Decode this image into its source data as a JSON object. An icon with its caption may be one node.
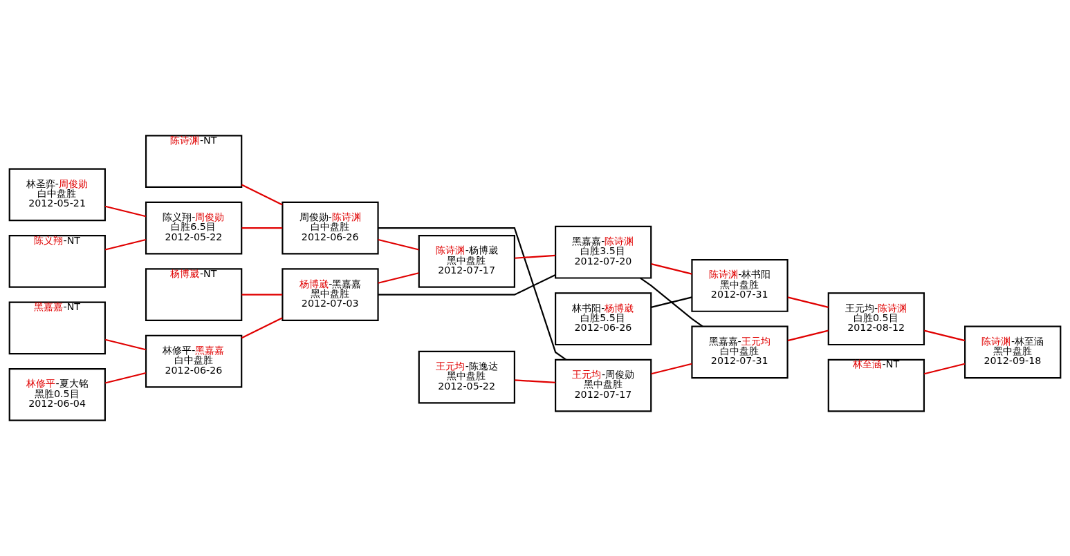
{
  "diagram": {
    "nodes": [
      {
        "text": [
          "林圣弈-周俊勋",
          "白中盘胜",
          "2012-05-21"
        ]
      },
      {
        "text": [
          "陈义翔-NT"
        ]
      },
      {
        "text": [
          "黑嘉嘉-NT"
        ]
      },
      {
        "text": [
          "林修平-夏大铭",
          "黑胜0.5目",
          "2012-06-04"
        ]
      },
      {
        "text": [
          "陈诗渊-NT"
        ]
      },
      {
        "text": [
          "陈义翔-周俊勋",
          "白胜6.5目",
          "2012-05-22"
        ]
      },
      {
        "text": [
          "杨博崴-NT"
        ]
      },
      {
        "text": [
          "林修平-黑嘉嘉",
          "白中盘胜",
          "2012-06-26"
        ]
      },
      {
        "text": [
          "周俊勋-陈诗渊",
          "白中盘胜",
          "2012-06-26"
        ]
      },
      {
        "text": [
          "杨博崴-黑嘉嘉",
          "黑中盘胜",
          "2012-07-03"
        ]
      },
      {
        "text": [
          "陈诗渊-杨博崴",
          "黑中盘胜",
          "2012-07-17"
        ]
      },
      {
        "text": [
          "王元均-陈逸达",
          "黑中盘胜",
          "2012-05-22"
        ]
      },
      {
        "text": [
          "黑嘉嘉-陈诗渊",
          "白胜3.5目",
          "2012-07-20"
        ]
      },
      {
        "text": [
          "林书阳-杨博崴",
          "白胜5.5目",
          "2012-06-26"
        ]
      },
      {
        "text": [
          "王元均-周俊勋",
          "黑中盘胜",
          "2012-07-17"
        ]
      },
      {
        "text": [
          "陈诗渊-林书阳",
          "黑中盘胜",
          "2012-07-31"
        ]
      },
      {
        "text": [
          "黑嘉嘉-王元均",
          "白中盘胜",
          "2012-07-31"
        ]
      },
      {
        "text": [
          "王元均-陈诗渊",
          "白胜0.5目",
          "2012-08-12"
        ]
      },
      {
        "text": [
          "林至涵-NT"
        ]
      },
      {
        "text": [
          "陈诗渊-林至涵",
          "黑中盘胜",
          "2012-09-18"
        ]
      }
    ],
    "edges": [
      {
        "from": 4,
        "to": 8,
        "arrow": "none"
      },
      {
        "from": 0,
        "to": 5,
        "arrow": "none"
      },
      {
        "from": 1,
        "to": 5,
        "arrow": "none"
      },
      {
        "from": 5,
        "to": 8,
        "arrow": "none"
      },
      {
        "from": 6,
        "to": 9,
        "arrow": "none"
      },
      {
        "from": 2,
        "to": 7,
        "arrow": "none"
      },
      {
        "from": 3,
        "to": 7,
        "arrow": "none"
      },
      {
        "from": 7,
        "to": 9,
        "arrow": "none"
      },
      {
        "from": 8,
        "to": 10,
        "arrow": "none"
      },
      {
        "from": 9,
        "to": 10,
        "arrow": "none"
      },
      {
        "from": 8,
        "to": 14,
        "arrow": "none",
        "color": "#000000"
      },
      {
        "from": 9,
        "to": 12,
        "arrow": "none",
        "color": "#000000"
      },
      {
        "from": 10,
        "to": 12,
        "arrow": "none"
      },
      {
        "from": 11,
        "to": 14,
        "arrow": "none"
      },
      {
        "from": 12,
        "to": 15,
        "arrow": "none"
      },
      {
        "from": 13,
        "to": 15,
        "arrow": "none",
        "color": "#000000"
      },
      {
        "from": 12,
        "to": 16,
        "arrow": "none",
        "color": "#000000"
      },
      {
        "from": 14,
        "to": 16,
        "arrow": "none"
      },
      {
        "from": 15,
        "to": 17,
        "arrow": "none"
      },
      {
        "from": 16,
        "to": 17,
        "arrow": "none"
      },
      {
        "from": 17,
        "to": 19,
        "arrow": "none"
      },
      {
        "from": 18,
        "to": 19,
        "arrow": "none"
      }
    ]
  }
}
